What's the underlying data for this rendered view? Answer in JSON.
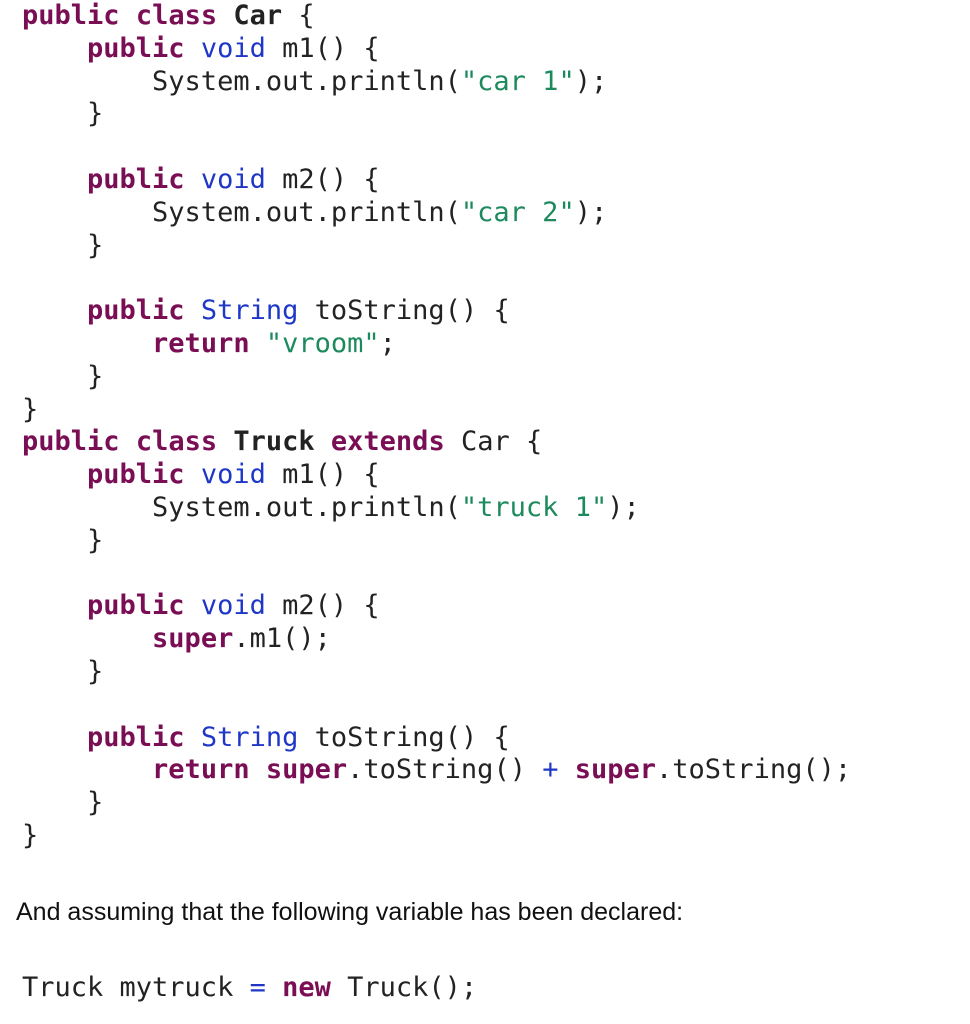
{
  "code_listing": {
    "lines": [
      [
        {
          "t": "public",
          "k": "kw"
        },
        {
          "t": " "
        },
        {
          "t": "class",
          "k": "kw"
        },
        {
          "t": " "
        },
        {
          "t": "Car",
          "k": "cls"
        },
        {
          "t": " {"
        }
      ],
      [
        {
          "t": "    "
        },
        {
          "t": "public",
          "k": "kw"
        },
        {
          "t": " "
        },
        {
          "t": "void",
          "k": "ty"
        },
        {
          "t": " m1() {"
        }
      ],
      [
        {
          "t": "        System.out.println("
        },
        {
          "t": "\"car 1\"",
          "k": "str"
        },
        {
          "t": ");"
        }
      ],
      [
        {
          "t": "    }"
        }
      ],
      [
        {
          "t": ""
        }
      ],
      [
        {
          "t": "    "
        },
        {
          "t": "public",
          "k": "kw"
        },
        {
          "t": " "
        },
        {
          "t": "void",
          "k": "ty"
        },
        {
          "t": " m2() {"
        }
      ],
      [
        {
          "t": "        System.out.println("
        },
        {
          "t": "\"car 2\"",
          "k": "str"
        },
        {
          "t": ");"
        }
      ],
      [
        {
          "t": "    }"
        }
      ],
      [
        {
          "t": ""
        }
      ],
      [
        {
          "t": "    "
        },
        {
          "t": "public",
          "k": "kw"
        },
        {
          "t": " "
        },
        {
          "t": "String",
          "k": "ty"
        },
        {
          "t": " toString() {"
        }
      ],
      [
        {
          "t": "        "
        },
        {
          "t": "return",
          "k": "kw"
        },
        {
          "t": " "
        },
        {
          "t": "\"vroom\"",
          "k": "str"
        },
        {
          "t": ";"
        }
      ],
      [
        {
          "t": "    }"
        }
      ],
      [
        {
          "t": "}"
        }
      ],
      [
        {
          "t": "public",
          "k": "kw"
        },
        {
          "t": " "
        },
        {
          "t": "class",
          "k": "kw"
        },
        {
          "t": " "
        },
        {
          "t": "Truck",
          "k": "cls"
        },
        {
          "t": " "
        },
        {
          "t": "extends",
          "k": "kw"
        },
        {
          "t": " Car {"
        }
      ],
      [
        {
          "t": "    "
        },
        {
          "t": "public",
          "k": "kw"
        },
        {
          "t": " "
        },
        {
          "t": "void",
          "k": "ty"
        },
        {
          "t": " m1() {"
        }
      ],
      [
        {
          "t": "        System.out.println("
        },
        {
          "t": "\"truck 1\"",
          "k": "str"
        },
        {
          "t": ");"
        }
      ],
      [
        {
          "t": "    }"
        }
      ],
      [
        {
          "t": ""
        }
      ],
      [
        {
          "t": "    "
        },
        {
          "t": "public",
          "k": "kw"
        },
        {
          "t": " "
        },
        {
          "t": "void",
          "k": "ty"
        },
        {
          "t": " m2() {"
        }
      ],
      [
        {
          "t": "        "
        },
        {
          "t": "super",
          "k": "kw"
        },
        {
          "t": ".m1();"
        }
      ],
      [
        {
          "t": "    }"
        }
      ],
      [
        {
          "t": ""
        }
      ],
      [
        {
          "t": "    "
        },
        {
          "t": "public",
          "k": "kw"
        },
        {
          "t": " "
        },
        {
          "t": "String",
          "k": "ty"
        },
        {
          "t": " toString() {"
        }
      ],
      [
        {
          "t": "        "
        },
        {
          "t": "return",
          "k": "kw"
        },
        {
          "t": " "
        },
        {
          "t": "super",
          "k": "kw"
        },
        {
          "t": ".toString() "
        },
        {
          "t": "+",
          "k": "ty"
        },
        {
          "t": " "
        },
        {
          "t": "super",
          "k": "kw"
        },
        {
          "t": ".toString();"
        }
      ],
      [
        {
          "t": "    }"
        }
      ],
      [
        {
          "t": "}"
        }
      ]
    ]
  },
  "prose_text": "And assuming that the following variable has been declared:",
  "declaration": [
    {
      "t": "Truck mytruck "
    },
    {
      "t": "=",
      "k": "ty"
    },
    {
      "t": " "
    },
    {
      "t": "new",
      "k": "kw"
    },
    {
      "t": " Truck();"
    }
  ],
  "colors": {
    "keyword": "#7a0e55",
    "type": "#1f37c7",
    "string": "#1d8a5e",
    "text": "#222222"
  }
}
